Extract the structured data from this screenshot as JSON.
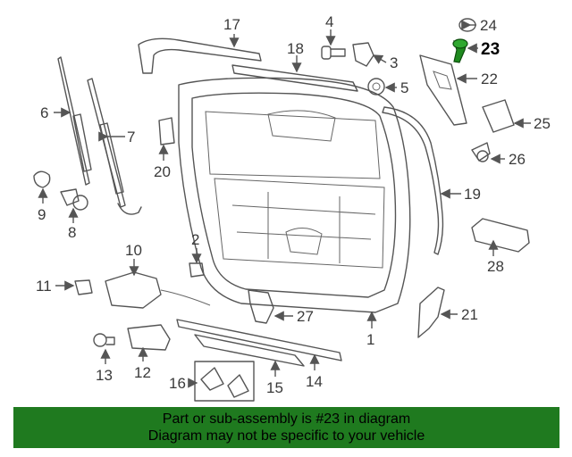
{
  "highlight_color": "#1f8a1f",
  "banner_color": "#1f7a1f",
  "callouts": {
    "p1": "1",
    "p2": "2",
    "p3": "3",
    "p4": "4",
    "p5": "5",
    "p6": "6",
    "p7": "7",
    "p8": "8",
    "p9": "9",
    "p10": "10",
    "p11": "11",
    "p12": "12",
    "p13": "13",
    "p14": "14",
    "p15": "15",
    "p16": "16",
    "p17": "17",
    "p18": "18",
    "p19": "19",
    "p20": "20",
    "p21": "21",
    "p22": "22",
    "p23": "23",
    "p24": "24",
    "p25": "25",
    "p26": "26",
    "p27": "27",
    "p28": "28"
  },
  "banner": {
    "line1": "Part or sub-assembly is #23 in diagram",
    "line2": "Diagram may not be specific to your vehicle"
  }
}
